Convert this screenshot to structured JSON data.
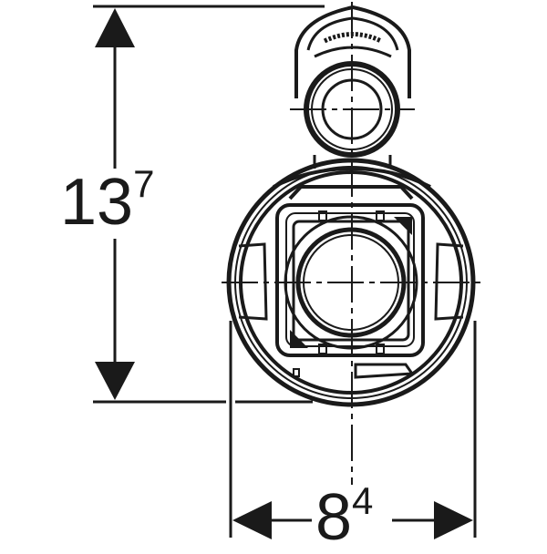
{
  "drawing": {
    "type": "technical dimension drawing",
    "subject": "fill valve top view",
    "line_color": "#1a1a1a",
    "background": "#ffffff"
  },
  "dimensions": {
    "height": {
      "main": "13",
      "superscript": "7",
      "orientation": "vertical"
    },
    "width": {
      "main": "8",
      "superscript": "4",
      "orientation": "horizontal"
    }
  }
}
